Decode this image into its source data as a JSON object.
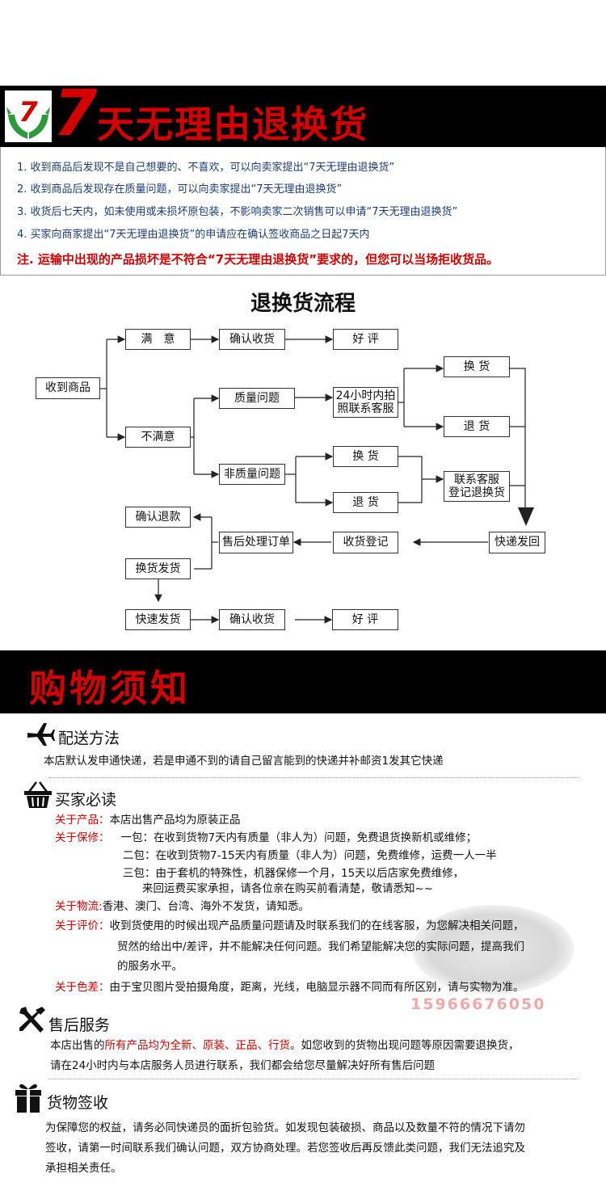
{
  "banner": {
    "seven": "7",
    "title": "天无理由退换货"
  },
  "policy": {
    "lines": [
      "1. 收到商品后发现不是自己想要的、不喜欢，可以向卖家提出“7天无理由退换货”",
      "2. 收到商品后发现存在质量问题，可以向卖家提出“7天无理由退换货”",
      "3. 收货后七天内，如未使用或未损坏原包装，不影响卖家二次销售可以申请“7天无理由退换货”",
      "4. 买家向商家提出“7天无理由退换货”的申请应在确认签收商品之日起7天内"
    ],
    "note": "注. 运输中出现的产品损坏是不符合“7天无理由退换货”要求的，但您可以当场拒收货品。"
  },
  "flow": {
    "title": "退换货流程",
    "received": "收到商品",
    "satisfied": "满　意",
    "confirm_receipt_1": "确认收货",
    "good_review_1": "好 评",
    "unsatisfied": "不满意",
    "quality_issue": "质量问题",
    "contact_24h_line1": "24小时内拍",
    "contact_24h_line2": "照联系客服",
    "exchange_1": "换 货",
    "return_1": "退 货",
    "non_quality_issue": "非质量问题",
    "exchange_2": "换 货",
    "return_2": "退 货",
    "register_line1": "联系客服",
    "register_line2": "登记退换货",
    "express_return": "快递发回",
    "receipt_register": "收货登记",
    "after_sales_order": "售后处理订单",
    "confirm_refund": "确认退款",
    "exchange_ship": "换货发货",
    "fast_ship": "快速发货",
    "confirm_receipt_2": "确认收货",
    "good_review_2": "好 评"
  },
  "notice": {
    "title": "购物须知",
    "delivery": {
      "title": "配送方法",
      "text": "本店默认发申通快递，若是申通不到的请自己留言能到的快递并补邮资1发其它快递"
    },
    "buyer": {
      "title": "买家必读",
      "product_label": "关于产品：",
      "product_text": "本店出售产品均为原装正品",
      "warranty_label": "关于保修：",
      "warranty_1": "一包：在收到货物7天内有质量（非人为）问题，免费退货换新机或维修；",
      "warranty_2": "二包：在收到货物7-15天内有质量（非人为）问题，免费维修，运费一人一半",
      "warranty_3": "三包：由于套机的特殊性，机器保修一个月，15天以后店家免费维修，",
      "warranty_4": "来回运费买家承担，请各位亲在购买前看清楚，敬请悉知~~",
      "logistics_label": "关于物流:",
      "logistics_text": "香港、澳门、台湾、海外不发货，请知悉。",
      "review_label": "关于评价：",
      "review_1": "收到货使用的时候出现产品质量问题请及时联系我们的在线客服，为您解决相关问题，",
      "review_2": "贸然的给出中/差评，并不能解决任何问题。我们希望能解决您的实际问题，提高我们",
      "review_3": "的服务水平。",
      "color_label": "关于色差：",
      "color_text": "由于宝贝图片受拍摄角度，距离，光线，电脑显示器不同而有所区别，请与实物为准。"
    },
    "watermark_phone": "15966676050",
    "aftersale": {
      "title": "售后服务",
      "text1_a": "本店出售的",
      "text1_b": "所有产品均为全新、原装、正品、行货",
      "text1_c": "。如您收到的货物出现问题等原因需要退换货，",
      "text2": "请在24小时内与本店服务人员进行联系，我们都会给您尽量解决好所有售后问题"
    },
    "sign": {
      "title": "货物签收",
      "text1": "为保障您的权益，请务必同快递员的面折包验货。如发现包装破损、商品以及数量不符的情况下请勿",
      "text2": "签收，请第一时间联系我们确认问题，双方协商处理。若您签收后再反馈此类问题，我们无法追究及",
      "text3": "承担相关责任。"
    }
  },
  "colors": {
    "accent_red": "#d40000",
    "policy_blue": "#1a3c78",
    "logo_green": "#2e9b3a"
  }
}
